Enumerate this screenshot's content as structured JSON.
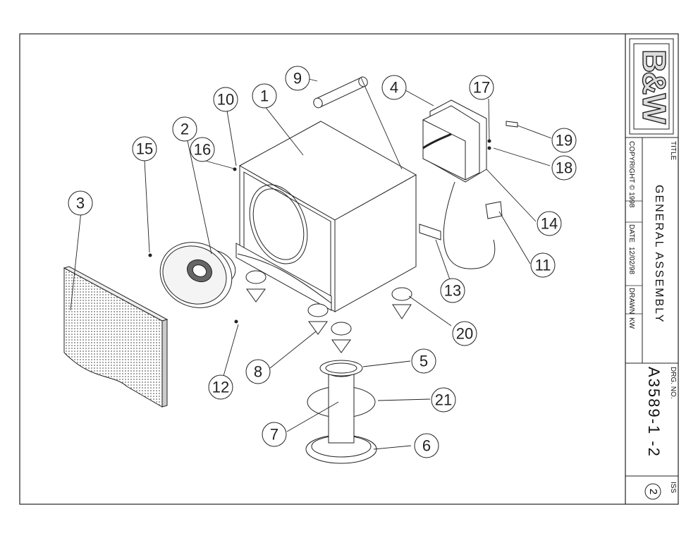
{
  "title_block": {
    "logo": "B&W",
    "title_label": "TITLE",
    "title": "GENERAL  ASSEMBLY",
    "copyright_text": "COPYRIGHT © 1998",
    "date_label": "DATE",
    "date": "12/02/98",
    "drawn_label": "DRAWN",
    "drawn_by": "KW",
    "drg_no_label": "DRG. NO.",
    "drg_no": "A3589-1 -2",
    "iss_label": "ISS",
    "iss": "2"
  },
  "callouts": [
    "1",
    "2",
    "3",
    "4",
    "5",
    "6",
    "7",
    "8",
    "9",
    "10",
    "11",
    "12",
    "13",
    "14",
    "15",
    "16",
    "17",
    "18",
    "19",
    "20",
    "21"
  ]
}
